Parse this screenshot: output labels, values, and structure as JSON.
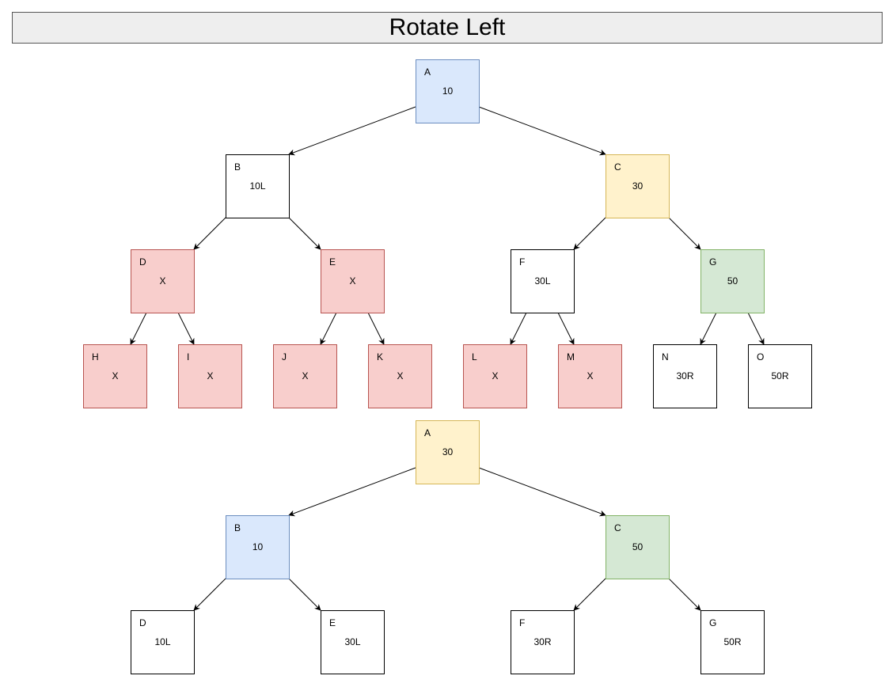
{
  "title": "Rotate Left",
  "colors": {
    "blue": {
      "fill": "#dae8fc",
      "stroke": "#6c8ebf"
    },
    "yellow": {
      "fill": "#fff2cc",
      "stroke": "#d6b656"
    },
    "green": {
      "fill": "#d5e8d4",
      "stroke": "#82b366"
    },
    "red": {
      "fill": "#f8cecc",
      "stroke": "#b85450"
    },
    "white": {
      "fill": "#ffffff",
      "stroke": "#000000"
    }
  },
  "before_tree": {
    "nodes": [
      {
        "id": "A",
        "label": "A",
        "value": "10",
        "color": "blue"
      },
      {
        "id": "B",
        "label": "B",
        "value": "10L",
        "color": "white"
      },
      {
        "id": "C",
        "label": "C",
        "value": "30",
        "color": "yellow"
      },
      {
        "id": "D",
        "label": "D",
        "value": "X",
        "color": "red"
      },
      {
        "id": "E",
        "label": "E",
        "value": "X",
        "color": "red"
      },
      {
        "id": "F",
        "label": "F",
        "value": "30L",
        "color": "white"
      },
      {
        "id": "G",
        "label": "G",
        "value": "50",
        "color": "green"
      },
      {
        "id": "H",
        "label": "H",
        "value": "X",
        "color": "red"
      },
      {
        "id": "I",
        "label": "I",
        "value": "X",
        "color": "red"
      },
      {
        "id": "J",
        "label": "J",
        "value": "X",
        "color": "red"
      },
      {
        "id": "K",
        "label": "K",
        "value": "X",
        "color": "red"
      },
      {
        "id": "L",
        "label": "L",
        "value": "X",
        "color": "red"
      },
      {
        "id": "M",
        "label": "M",
        "value": "X",
        "color": "red"
      },
      {
        "id": "N",
        "label": "N",
        "value": "30R",
        "color": "white"
      },
      {
        "id": "O",
        "label": "O",
        "value": "50R",
        "color": "white"
      }
    ],
    "edges": [
      [
        "A",
        "B"
      ],
      [
        "A",
        "C"
      ],
      [
        "B",
        "D"
      ],
      [
        "B",
        "E"
      ],
      [
        "C",
        "F"
      ],
      [
        "C",
        "G"
      ],
      [
        "D",
        "H"
      ],
      [
        "D",
        "I"
      ],
      [
        "E",
        "J"
      ],
      [
        "E",
        "K"
      ],
      [
        "F",
        "L"
      ],
      [
        "F",
        "M"
      ],
      [
        "G",
        "N"
      ],
      [
        "G",
        "O"
      ]
    ]
  },
  "after_tree": {
    "nodes": [
      {
        "id": "A",
        "label": "A",
        "value": "30",
        "color": "yellow"
      },
      {
        "id": "B",
        "label": "B",
        "value": "10",
        "color": "blue"
      },
      {
        "id": "C",
        "label": "C",
        "value": "50",
        "color": "green"
      },
      {
        "id": "D",
        "label": "D",
        "value": "10L",
        "color": "white"
      },
      {
        "id": "E",
        "label": "E",
        "value": "30L",
        "color": "white"
      },
      {
        "id": "F",
        "label": "F",
        "value": "30R",
        "color": "white"
      },
      {
        "id": "G",
        "label": "G",
        "value": "50R",
        "color": "white"
      }
    ],
    "edges": [
      [
        "A",
        "B"
      ],
      [
        "A",
        "C"
      ],
      [
        "B",
        "D"
      ],
      [
        "B",
        "E"
      ],
      [
        "C",
        "F"
      ],
      [
        "C",
        "G"
      ]
    ]
  }
}
